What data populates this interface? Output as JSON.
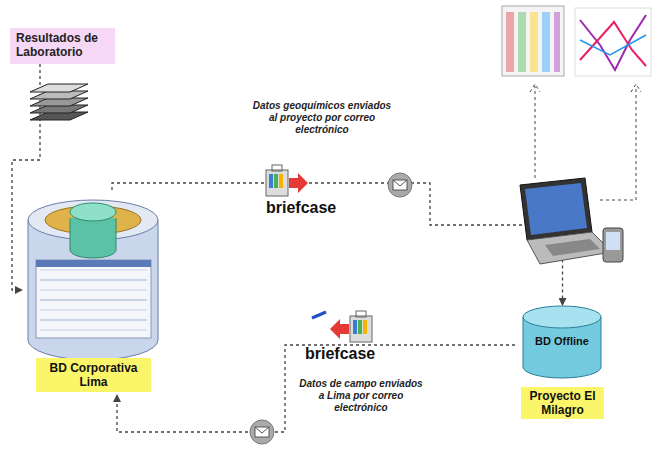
{
  "diagram": {
    "nodes": [
      {
        "text": [
          "Resultados de Laboratorio"
        ]
      },
      {
        "text": [
          "BD Corporativa Lima"
        ]
      },
      {
        "text": [
          "BD Offline",
          "Proyecto El Milagro"
        ]
      }
    ],
    "edges": [
      {
        "from": 0,
        "to": 1,
        "arrow": "to"
      },
      {
        "from": 1,
        "to": 2,
        "arrow": "to"
      },
      {
        "from": 2,
        "to": 1,
        "arrow": "to"
      }
    ],
    "labels": [
      "Datos geoquímicos enviados al proyecto por correo electrónico",
      "briefcase",
      "briefcase",
      "Datos de campo enviados a Lima por correo electrónico"
    ]
  }
}
